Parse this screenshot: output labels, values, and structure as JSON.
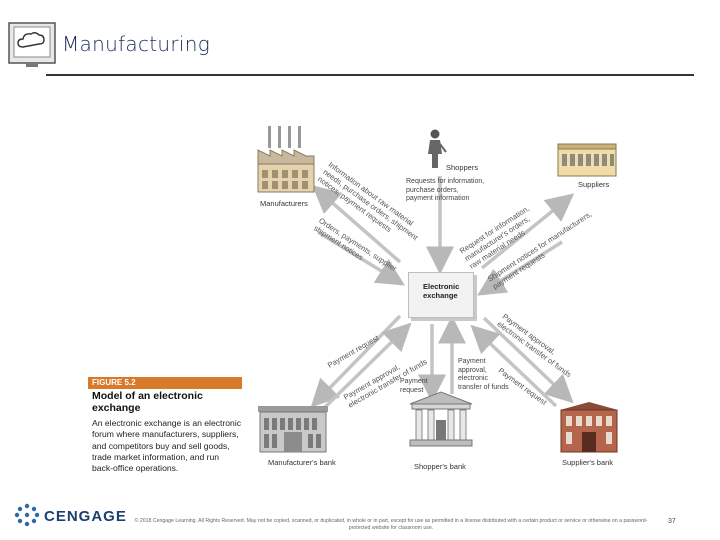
{
  "slide": {
    "title": "Manufacturing",
    "page_number": "37",
    "copyright": "© 2018 Cengage Learning. All Rights Reserved. May not be copied, scanned, or duplicated, in whole or in part, except for use as permitted in a license distributed with a certain product or service or otherwise on a password-protected website for classroom use."
  },
  "logo": {
    "text": "CENGAGE",
    "icon": "cengage-dots-icon"
  },
  "title_icon": "cloud-monitor-icon",
  "figure": {
    "tag": "FIGURE 5.2",
    "title": "Model of an electronic exchange",
    "body": "An electronic exchange is an electronic forum where manufacturers, suppliers, and competitors buy and sell goods, trade market information, and run back-office operations."
  },
  "nodes": {
    "manufacturers": "Manufacturers",
    "shoppers": "Shoppers",
    "suppliers": "Suppliers",
    "exchange_line1": "Electronic",
    "exchange_line2": "exchange",
    "manufacturers_bank": "Manufacturer's bank",
    "shoppers_bank": "Shopper's bank",
    "suppliers_bank": "Supplier's bank"
  },
  "labels": {
    "shoppers_requests": [
      "Requests for information,",
      "purchase orders,",
      "payment information"
    ],
    "mfr_info_line1": "Information about raw material",
    "mfr_info_line2": "needs, purchase orders, shipment",
    "mfr_info_line3": "notices, payment requests",
    "mfr_orders_line1": "Orders, payments, supplier",
    "mfr_orders_line2": "shipment notices",
    "sup_info_line1": "Request for information,",
    "sup_info_line2": "manufacturer's orders,",
    "sup_info_line3": "raw material needs",
    "sup_ship_line1": "Shipment notices for manufacturers,",
    "sup_ship_line2": "payment requests",
    "mb_request": "Payment request",
    "mb_approval_line1": "Payment approval,",
    "mb_approval_line2": "electronic transfer of funds",
    "sb_request_lines": [
      "Payment",
      "request"
    ],
    "sb_approval_lines": [
      "Payment",
      "approval,",
      "electronic",
      "transfer of funds"
    ],
    "supb_approval_line1": "Payment approval,",
    "supb_approval_line2": "electronic transfer of funds",
    "supb_request": "Payment request"
  }
}
